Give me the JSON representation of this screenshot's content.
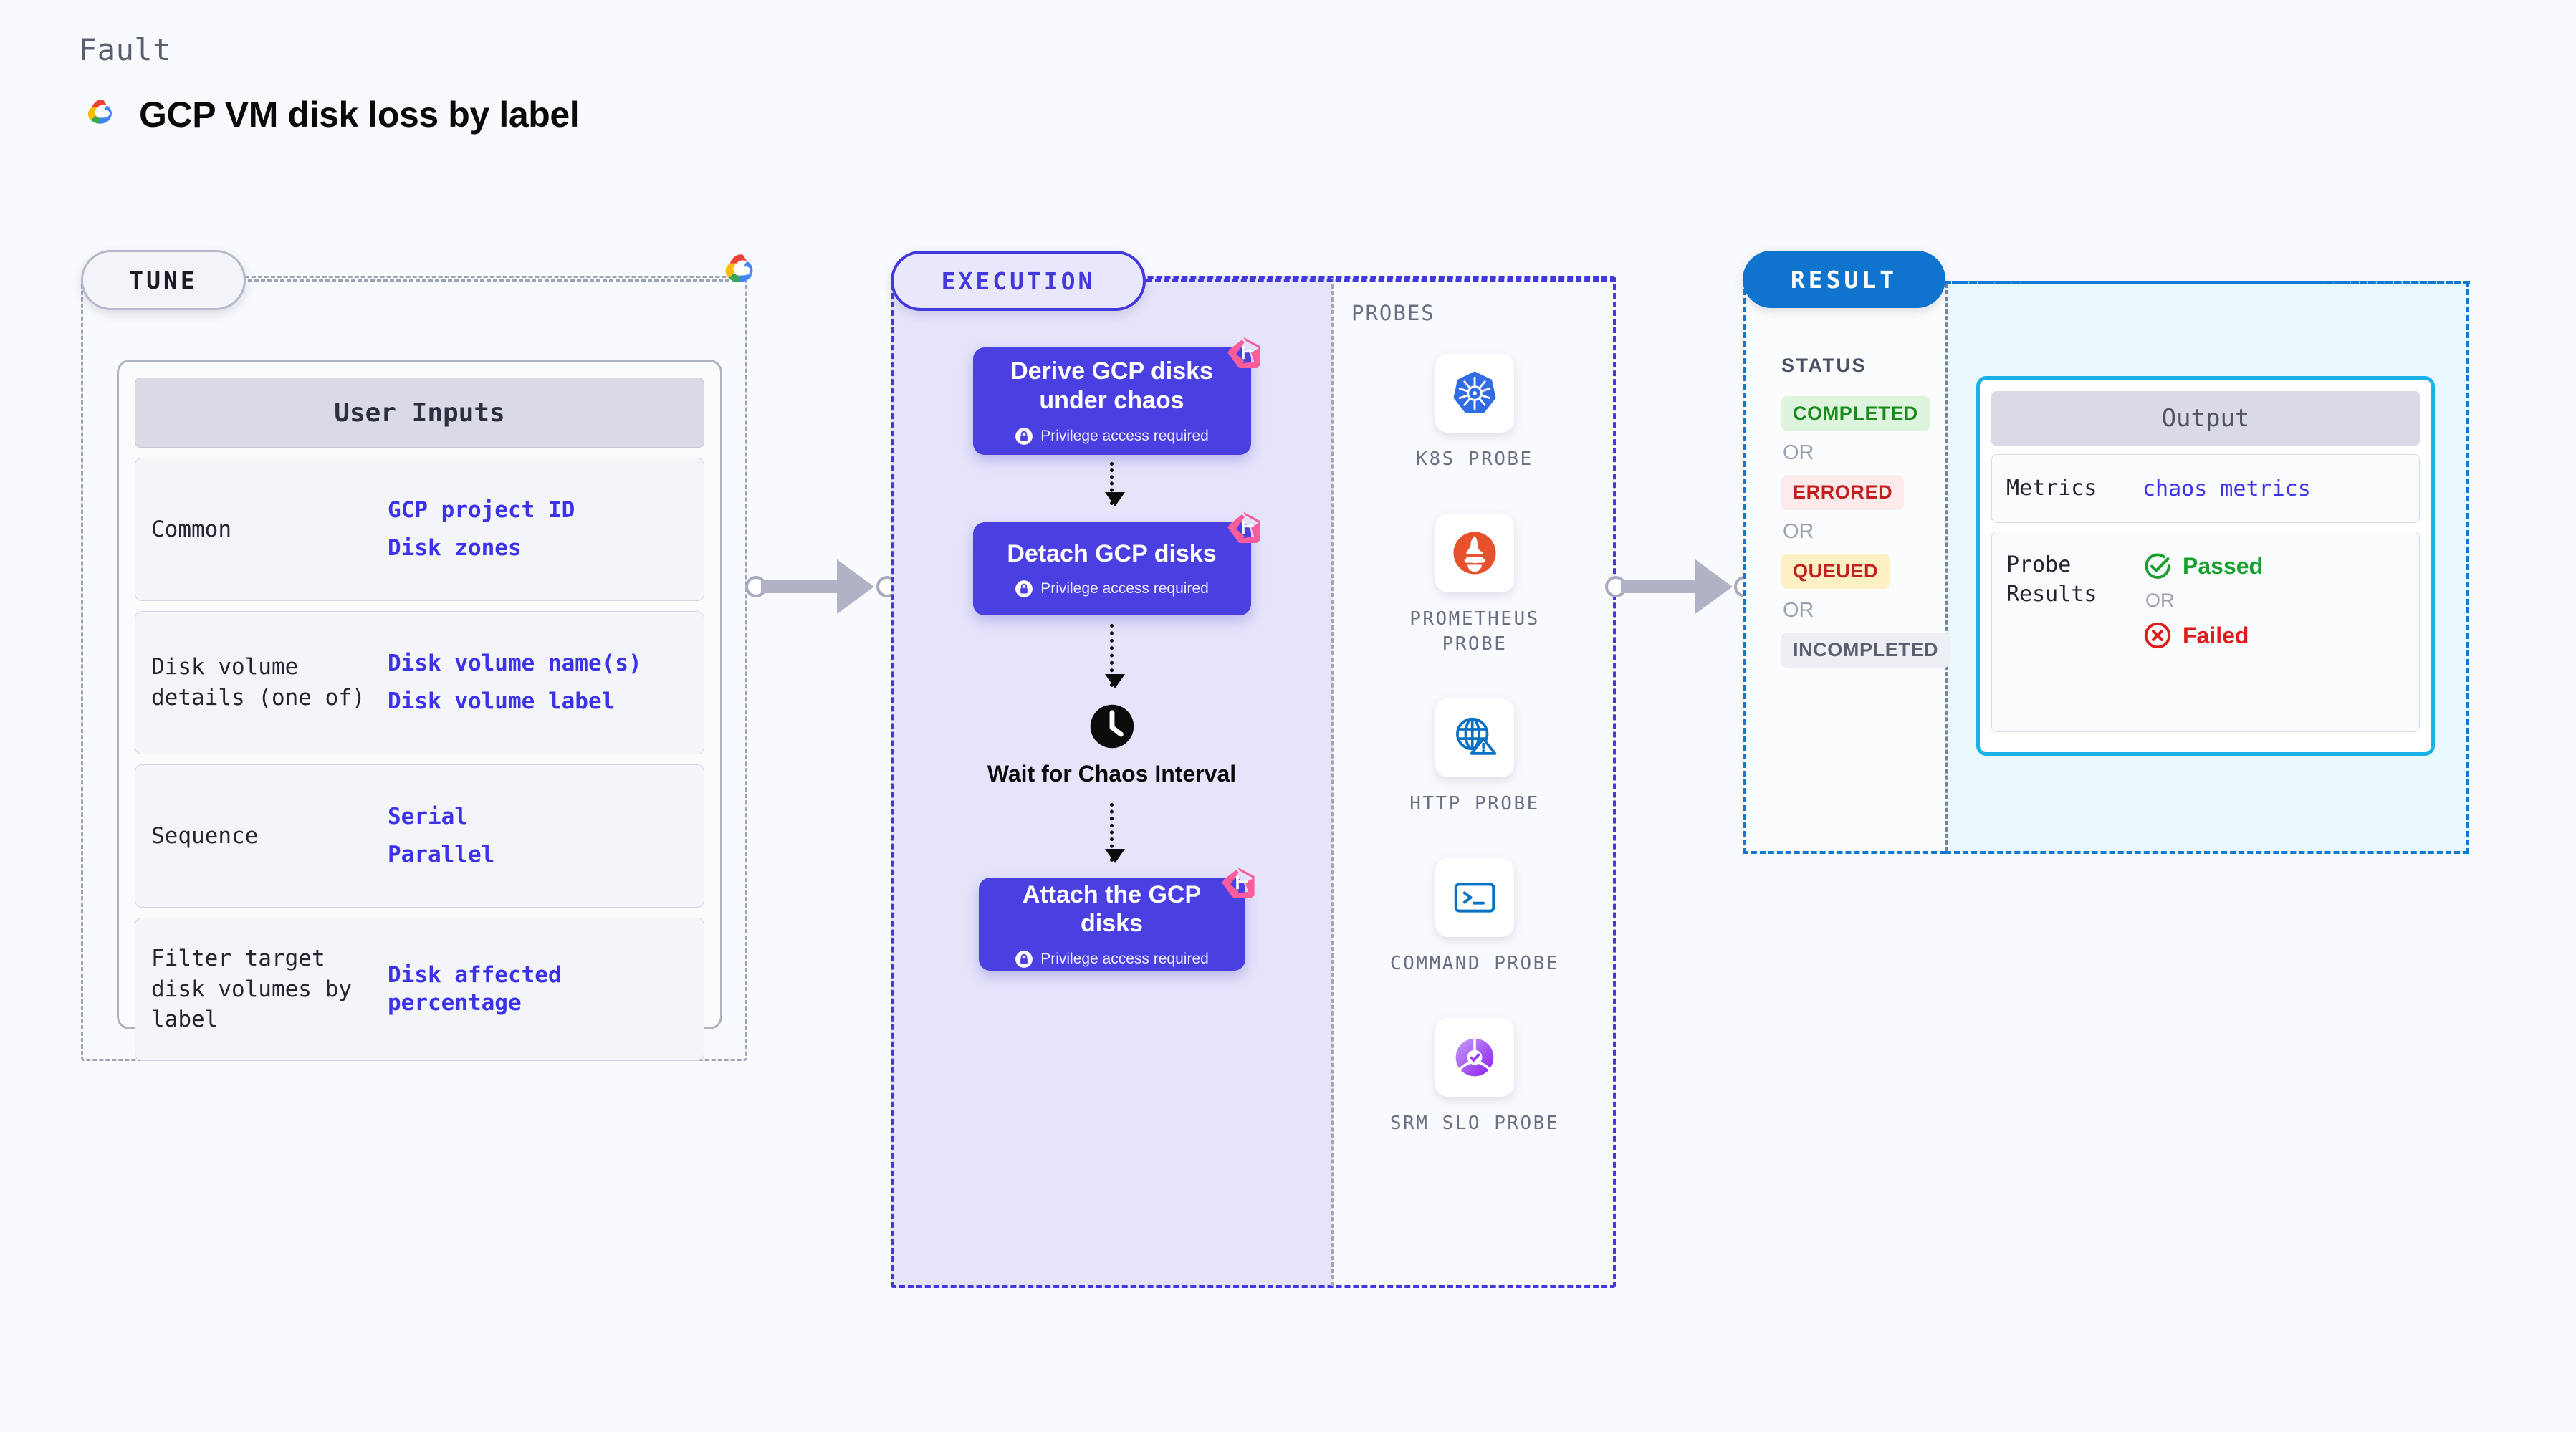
{
  "header": {
    "eyebrow": "Fault",
    "title": "GCP VM disk loss by label",
    "logo_icon": "google-cloud-logo"
  },
  "colors": {
    "page_bg": "#f9fafd",
    "tune_border": "#9ca3b5",
    "execution_accent": "#4338dd",
    "execution_fill": "#e5e4fb",
    "result_accent": "#1178d4",
    "result_fill": "#e9f8fd",
    "output_border": "#1ab0e8",
    "value_text": "#3c33e8",
    "litmus_pink": "#fb5c9c"
  },
  "tune": {
    "badge": "TUNE",
    "corner_icon": "google-cloud-logo",
    "card_title": "User Inputs",
    "rows": [
      {
        "key": "Common",
        "values": [
          "GCP project ID",
          "Disk zones"
        ]
      },
      {
        "key": "Disk volume details (one of)",
        "values": [
          "Disk volume name(s)",
          "Disk volume label"
        ]
      },
      {
        "key": "Sequence",
        "values": [
          "Serial",
          "Parallel"
        ]
      },
      {
        "key": "Filter target disk volumes by label",
        "values": [
          "Disk affected percentage"
        ]
      }
    ]
  },
  "execution": {
    "badge": "EXECUTION",
    "privilege_note": "Privilege access required",
    "steps": [
      {
        "title": "Derive GCP disks under chaos",
        "privileged": true,
        "badge_icon": "litmus-logo"
      },
      {
        "title": "Detach GCP disks",
        "privileged": true,
        "badge_icon": "litmus-logo"
      }
    ],
    "wait_node": {
      "label": "Wait for Chaos Interval",
      "icon": "clock-icon"
    },
    "final_step": {
      "title": "Attach the GCP disks",
      "privileged": true,
      "badge_icon": "litmus-logo"
    },
    "probes": {
      "title": "PROBES",
      "items": [
        {
          "label": "K8S PROBE",
          "icon": "kubernetes-icon"
        },
        {
          "label": "PROMETHEUS PROBE",
          "icon": "prometheus-icon"
        },
        {
          "label": "HTTP PROBE",
          "icon": "http-globe-warning-icon"
        },
        {
          "label": "COMMAND PROBE",
          "icon": "terminal-icon"
        },
        {
          "label": "SRM SLO PROBE",
          "icon": "srm-slo-icon"
        }
      ]
    }
  },
  "result": {
    "badge": "RESULT",
    "status_label": "STATUS",
    "or_text": "OR",
    "statuses": [
      {
        "label": "COMPLETED",
        "bg": "#ddf5dd",
        "fg": "#1d8a1d"
      },
      {
        "label": "ERRORED",
        "bg": "#fdeaea",
        "fg": "#c21f1f"
      },
      {
        "label": "QUEUED",
        "bg": "#fcf0c4",
        "fg": "#c21f1f"
      },
      {
        "label": "INCOMPLETED",
        "bg": "#eeeff5",
        "fg": "#5a6070"
      }
    ],
    "output": {
      "title": "Output",
      "metrics_key": "Metrics",
      "metrics_value": "chaos metrics",
      "probe_key": "Probe Results",
      "passed": "Passed",
      "failed": "Failed",
      "or_text": "OR"
    }
  }
}
